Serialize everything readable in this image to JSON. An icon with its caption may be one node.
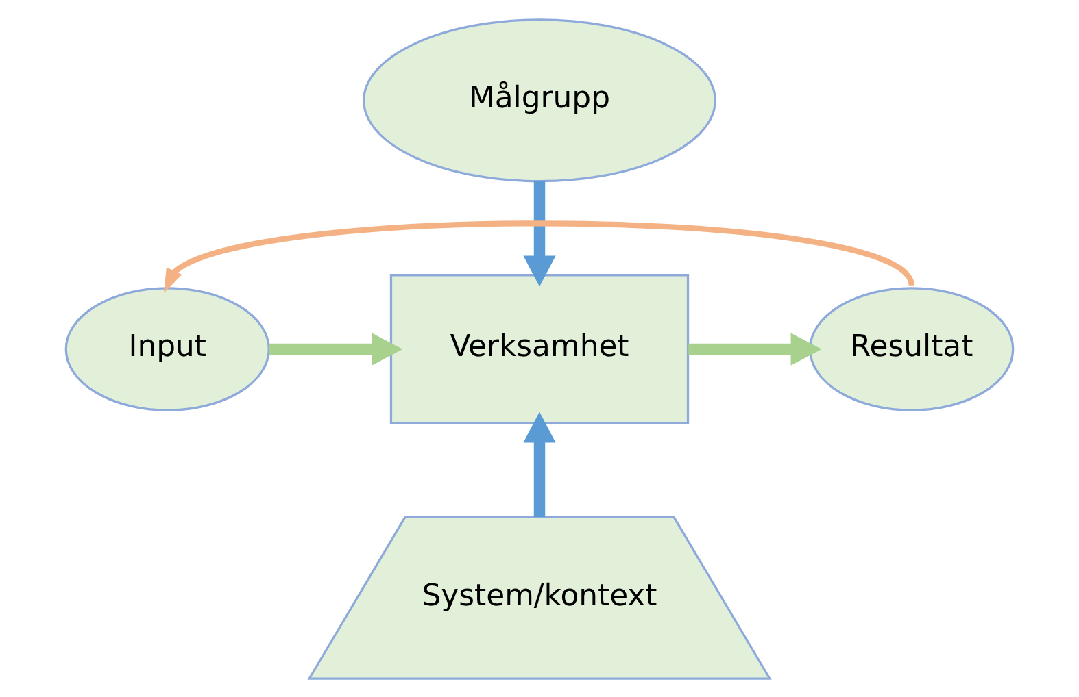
{
  "diagram": {
    "nodes": [
      {
        "text": [
          "Målgrupp"
        ]
      },
      {
        "text": [
          "Input"
        ]
      },
      {
        "text": [
          "Verksamhet"
        ]
      },
      {
        "text": [
          "Resultat"
        ]
      },
      {
        "text": [
          "System/kontext"
        ]
      }
    ],
    "edges": [
      {
        "from": 0,
        "to": 2,
        "arrow": "to",
        "color": "#5b9bd5"
      },
      {
        "from": 1,
        "to": 2,
        "arrow": "to"
      },
      {
        "from": 2,
        "to": 3,
        "arrow": "to"
      },
      {
        "from": 4,
        "to": 2,
        "arrow": "to",
        "color": "#5b9bd5"
      },
      {
        "from": 3,
        "to": 1,
        "arrow": "to",
        "color": "#f4b183"
      }
    ]
  }
}
